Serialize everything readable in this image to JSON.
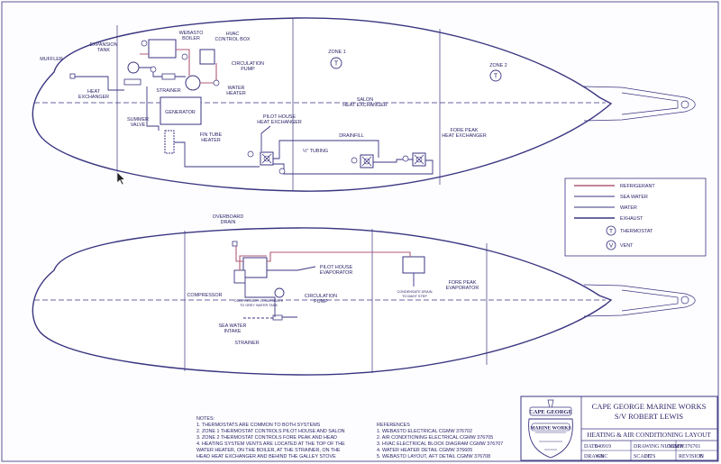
{
  "upper_labels": {
    "webasto_1": "WEBASTO",
    "webasto_2": "BOILER",
    "hvac_1": "HVAC",
    "hvac_2": "CONTROL BOX",
    "expansion_1": "EXPANSION",
    "expansion_2": "TANK",
    "muffler": "MUFFLER",
    "circ_1": "CIRCULATION",
    "circ_2": "PUMP",
    "strainer": "STRAINER",
    "waterheater_1": "WATER",
    "waterheater_2": "HEATER",
    "heatex_1": "HEAT",
    "heatex_2": "EXCHANGER",
    "generator": "GENERATOR",
    "summer_1": "SUMMER",
    "summer_2": "VALVE",
    "fintube_1": "FIN TUBE",
    "fintube_2": "HEATER",
    "pilot_1": "PILOT HOUSE",
    "pilot_2": "HEAT EXCHANGER",
    "salon_1": "SALON",
    "salon_2": "HEAT EXCHANGER",
    "drainfill": "DRAINFILL",
    "tubing": "½\" TUBING",
    "forepeak_1": "FORE PEAK",
    "forepeak_2": "HEAT EXCHANGER",
    "zone1": "ZONE 1",
    "zone2": "ZONE 2"
  },
  "lower_labels": {
    "overboard_1": "OVERBOARD",
    "overboard_2": "DRAIN",
    "pilotevap_1": "PILOT HOUSE",
    "pilotevap_2": "EVAPORATOR",
    "compressor": "COMPRESSOR",
    "condensate_1": "COMPRESSOR CONDENSATE",
    "condensate_2": "TO GREY WATER TANK",
    "circ_1": "CIRCULATION",
    "circ_2": "PUMP",
    "seawater_1": "SEA WATER",
    "seawater_2": "INTAKE",
    "strainer": "STRAINER",
    "forepeakevap_1": "FORE PEAK",
    "forepeakevap_2": "EVAPORATOR",
    "mast_1": "CONDENSATE DRAIN",
    "mast_2": "TO MAST STEP"
  },
  "symbols": {
    "thermostat": "T",
    "vent": "V"
  },
  "legend": {
    "refrigerant": "REFRIGERANT",
    "sea_water": "SEA WATER",
    "water": "WATER",
    "exhaust": "EXHAUST",
    "thermostat": "THERMOSTAT",
    "vent": "VENT",
    "refrigerant_color": "#b05a78",
    "line_color": "#3a3580"
  },
  "notes": {
    "heading": "NOTES:",
    "items": [
      "1. THERMOSTATS ARE COMMON TO BOTH SYSTEMS",
      "2. ZONE 1 THERMOSTAT CONTROLS PILOT HOUSE AND SALON",
      "3. ZONE 2 THERMOSTAT CONTROLS FORE PEAK AND HEAD",
      "4. HEATING SYSTEM VENTS ARE LOCATED AT THE TOP OF THE",
      "    WATER HEATER, ON THE BOILER, AT THE STRAINER, ON THE",
      "    HEAD HEAT EXCHANGER AND BEHIND THE GALLEY STOVE"
    ]
  },
  "references": {
    "heading": "REFERENCES",
    "items": [
      "1. WEBASTO ELECTRICAL CGMW 376702",
      "2. AIR CONDITIONING ELECTRICAL CGMW 376705",
      "3. HVAC ELECTRICAL BLOCK DIAGRAM CGMW 376707",
      "4. WATER HEATER DETAIL CGMW 376605",
      "5. WEBASTO LAYOUT, AFT DETAIL CGMW 376708"
    ]
  },
  "title_block": {
    "logo_1": "CAPE GEORGE",
    "logo_2": "MARINE WORKS",
    "company": "CAPE GEORGE MARINE WORKS",
    "vessel": "S/V ROBERT LEWIS",
    "drawing_title": "HEATING & AIR CONDITIONING LAYOUT",
    "date_label": "DATE",
    "date_value": "040919",
    "drawing_number_label": "DRAWING NUMBER",
    "drawing_number_value": "CGMW376701",
    "drawn_label": "DRAWN",
    "drawn_value": "GBC",
    "scale_label": "SCALE",
    "scale_value": "NTS",
    "revision_label": "REVISION",
    "revision_value": "B"
  }
}
